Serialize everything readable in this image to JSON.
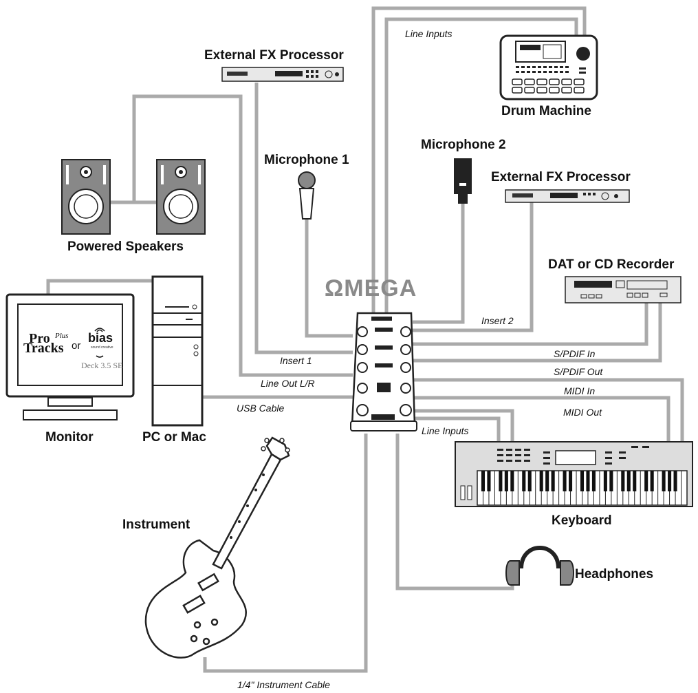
{
  "brand": {
    "logo": "ΩMEGA"
  },
  "devices": {
    "external_fx_1": "External FX Processor",
    "drum_machine": "Drum Machine",
    "microphone_1": "Microphone 1",
    "microphone_2": "Microphone 2",
    "external_fx_2": "External FX Processor",
    "powered_speakers": "Powered Speakers",
    "dat_cd_recorder": "DAT or CD Recorder",
    "monitor": "Monitor",
    "pc_mac": "PC or Mac",
    "instrument": "Instrument",
    "keyboard": "Keyboard",
    "headphones": "Headphones"
  },
  "connections": {
    "line_inputs_top": "Line Inputs",
    "insert_2": "Insert 2",
    "insert_1": "Insert 1",
    "line_out": "Line Out L/R",
    "spdif_in": "S/PDIF In",
    "spdif_out": "S/PDIF Out",
    "usb_cable": "USB Cable",
    "midi_in": "MIDI In",
    "midi_out": "MIDI Out",
    "line_inputs_bottom": "Line Inputs",
    "instrument_cable": "1/4\" Instrument Cable"
  },
  "screen": {
    "pro": "Pro",
    "tracks": "Tracks",
    "plus": "Plus",
    "or": "or",
    "bias": "bias",
    "bias_sub": "sound creative",
    "deck": "Deck 3.5 SE"
  }
}
